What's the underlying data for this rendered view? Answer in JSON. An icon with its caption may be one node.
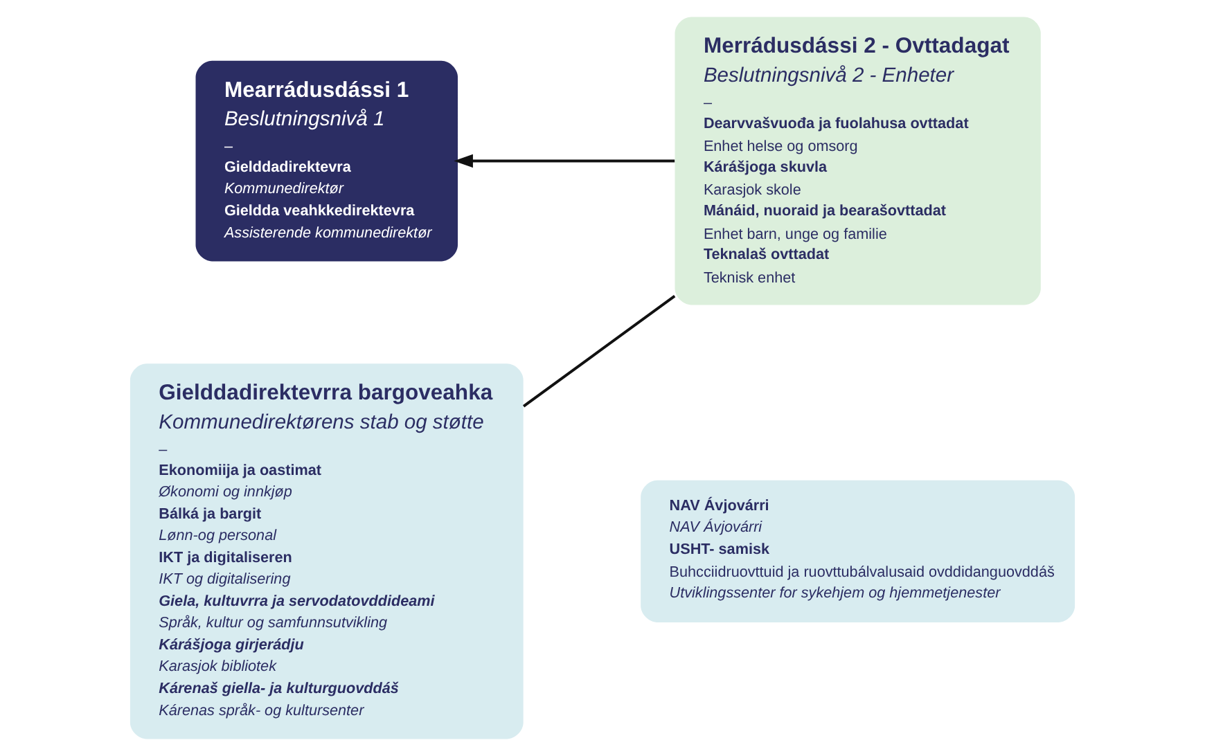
{
  "diagram": {
    "nodes": [
      {
        "text": [
          "Mearrádusdássi 1",
          "Beslutningsnivå 1",
          "–",
          "Gielddadirektevra",
          "Kommunedirektør",
          "Gieldda veahkkedirektevra",
          "Assisterende kommunedirektør"
        ]
      },
      {
        "text": [
          "Gielddadirektevrra bargoveahka",
          "Kommunedirektørens stab og støtte",
          "–",
          "Ekonomiija ja oastimat",
          "Økonomi og innkjøp",
          "Bálká ja bargit",
          "Lønn-og personal",
          "IKT ja digitaliseren",
          "IKT og digitalisering",
          "Giela, kultuvrra ja servodatovddideami",
          "Språk, kultur og samfunnsutvikling",
          "Kárášjoga girjerádju",
          "Karasjok bibliotek",
          "Kárenaš giella- ja kulturguovddáš",
          "Kárenas språk- og kultursenter"
        ]
      },
      {
        "text": [
          "Merrádusdássi 2 - Ovttadagat",
          "Beslutningsnivå 2 - Enheter",
          "–",
          "Dearvvašvuođa ja fuolahusa ovttadat",
          "Enhet helse og omsorg",
          "Kárášjoga skuvla",
          "Karasjok skole",
          "Mánáid, nuoraid ja bearašovttadat",
          "Enhet barn, unge og familie",
          "Teknalaš ovttadat",
          "Teknisk enhet"
        ]
      },
      {
        "text": [
          "NAV Ávjovárri",
          "NAV Ávjovárri",
          "USHT- samisk",
          "Buhcciidruovttuid ja ruovttubálvalusaid ovddidanguovddáš",
          "Utviklingssenter for sykehjem og hjemmetjenester"
        ]
      }
    ],
    "edges": [
      {
        "from": 2,
        "to": 0,
        "arrow": "to"
      },
      {
        "from": 1,
        "to": 2,
        "arrow": "none"
      }
    ]
  }
}
